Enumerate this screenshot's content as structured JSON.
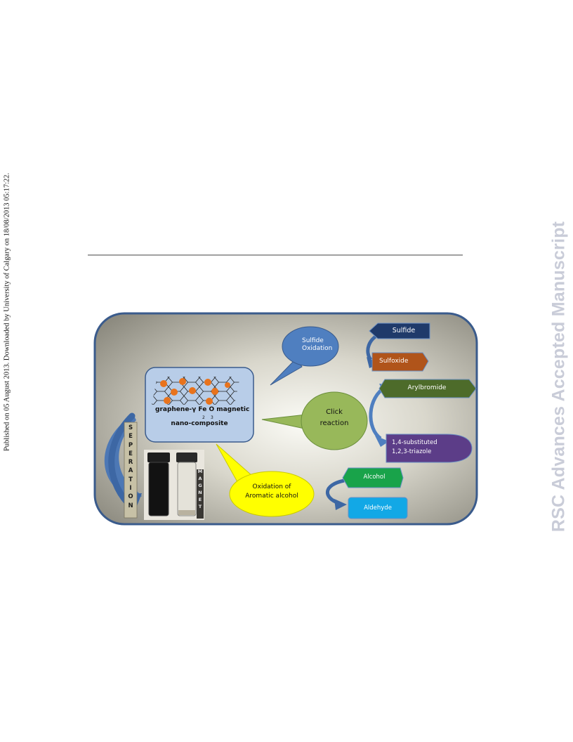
{
  "margin_note": "Published on 05 August 2013. Downloaded by University of Calgary on 18/08/2013 05:17:22.",
  "watermark": "RSC Advances Accepted Manuscript",
  "figure": {
    "composite_label": {
      "text_line1": "graphene-γ Fe O  magnetic",
      "subscript_a": "2",
      "subscript_b": "3",
      "text_line2": "nano-composite"
    },
    "separation_letters": [
      "S",
      "E",
      "P",
      "E",
      "R",
      "A",
      "T",
      "I",
      "O",
      "N"
    ],
    "magnet_letters": [
      "M",
      "A",
      "G",
      "N",
      "E",
      "T"
    ],
    "sulfide_bubble": {
      "line1": "Sulfide",
      "line2": "Oxidation"
    },
    "click_bubble": {
      "line1": "Click",
      "line2": "reaction"
    },
    "alcohol_bubble": {
      "line1": "Oxidation of",
      "line2": "Aromatic alcohol"
    },
    "tags": {
      "sulfide": "Sulfide",
      "sulfoxide": "Sulfoxide",
      "arylbromide": "Arylbromide",
      "triazole_line1": "1,4-substituted",
      "triazole_line2": "1,2,3-triazole",
      "alcohol": "Alcohol",
      "aldehyde": "Aldehyde"
    },
    "colors": {
      "panel_border": "#3a5b8c",
      "composite_box": "#b8cde8",
      "blue_bubble": "#4f7fc0",
      "green_bubble": "#98b85a",
      "yellow_bubble": "#ffff00",
      "sulfide_tag": "#1f3a6a",
      "sulfoxide_tag": "#b0541a",
      "arylbromide_tag": "#4d6b2a",
      "triazole_tag": "#5c3d88",
      "alcohol_tag": "#19a34a",
      "aldehyde_tag": "#12a8e6",
      "nanoparticle": "#e8731d"
    }
  }
}
